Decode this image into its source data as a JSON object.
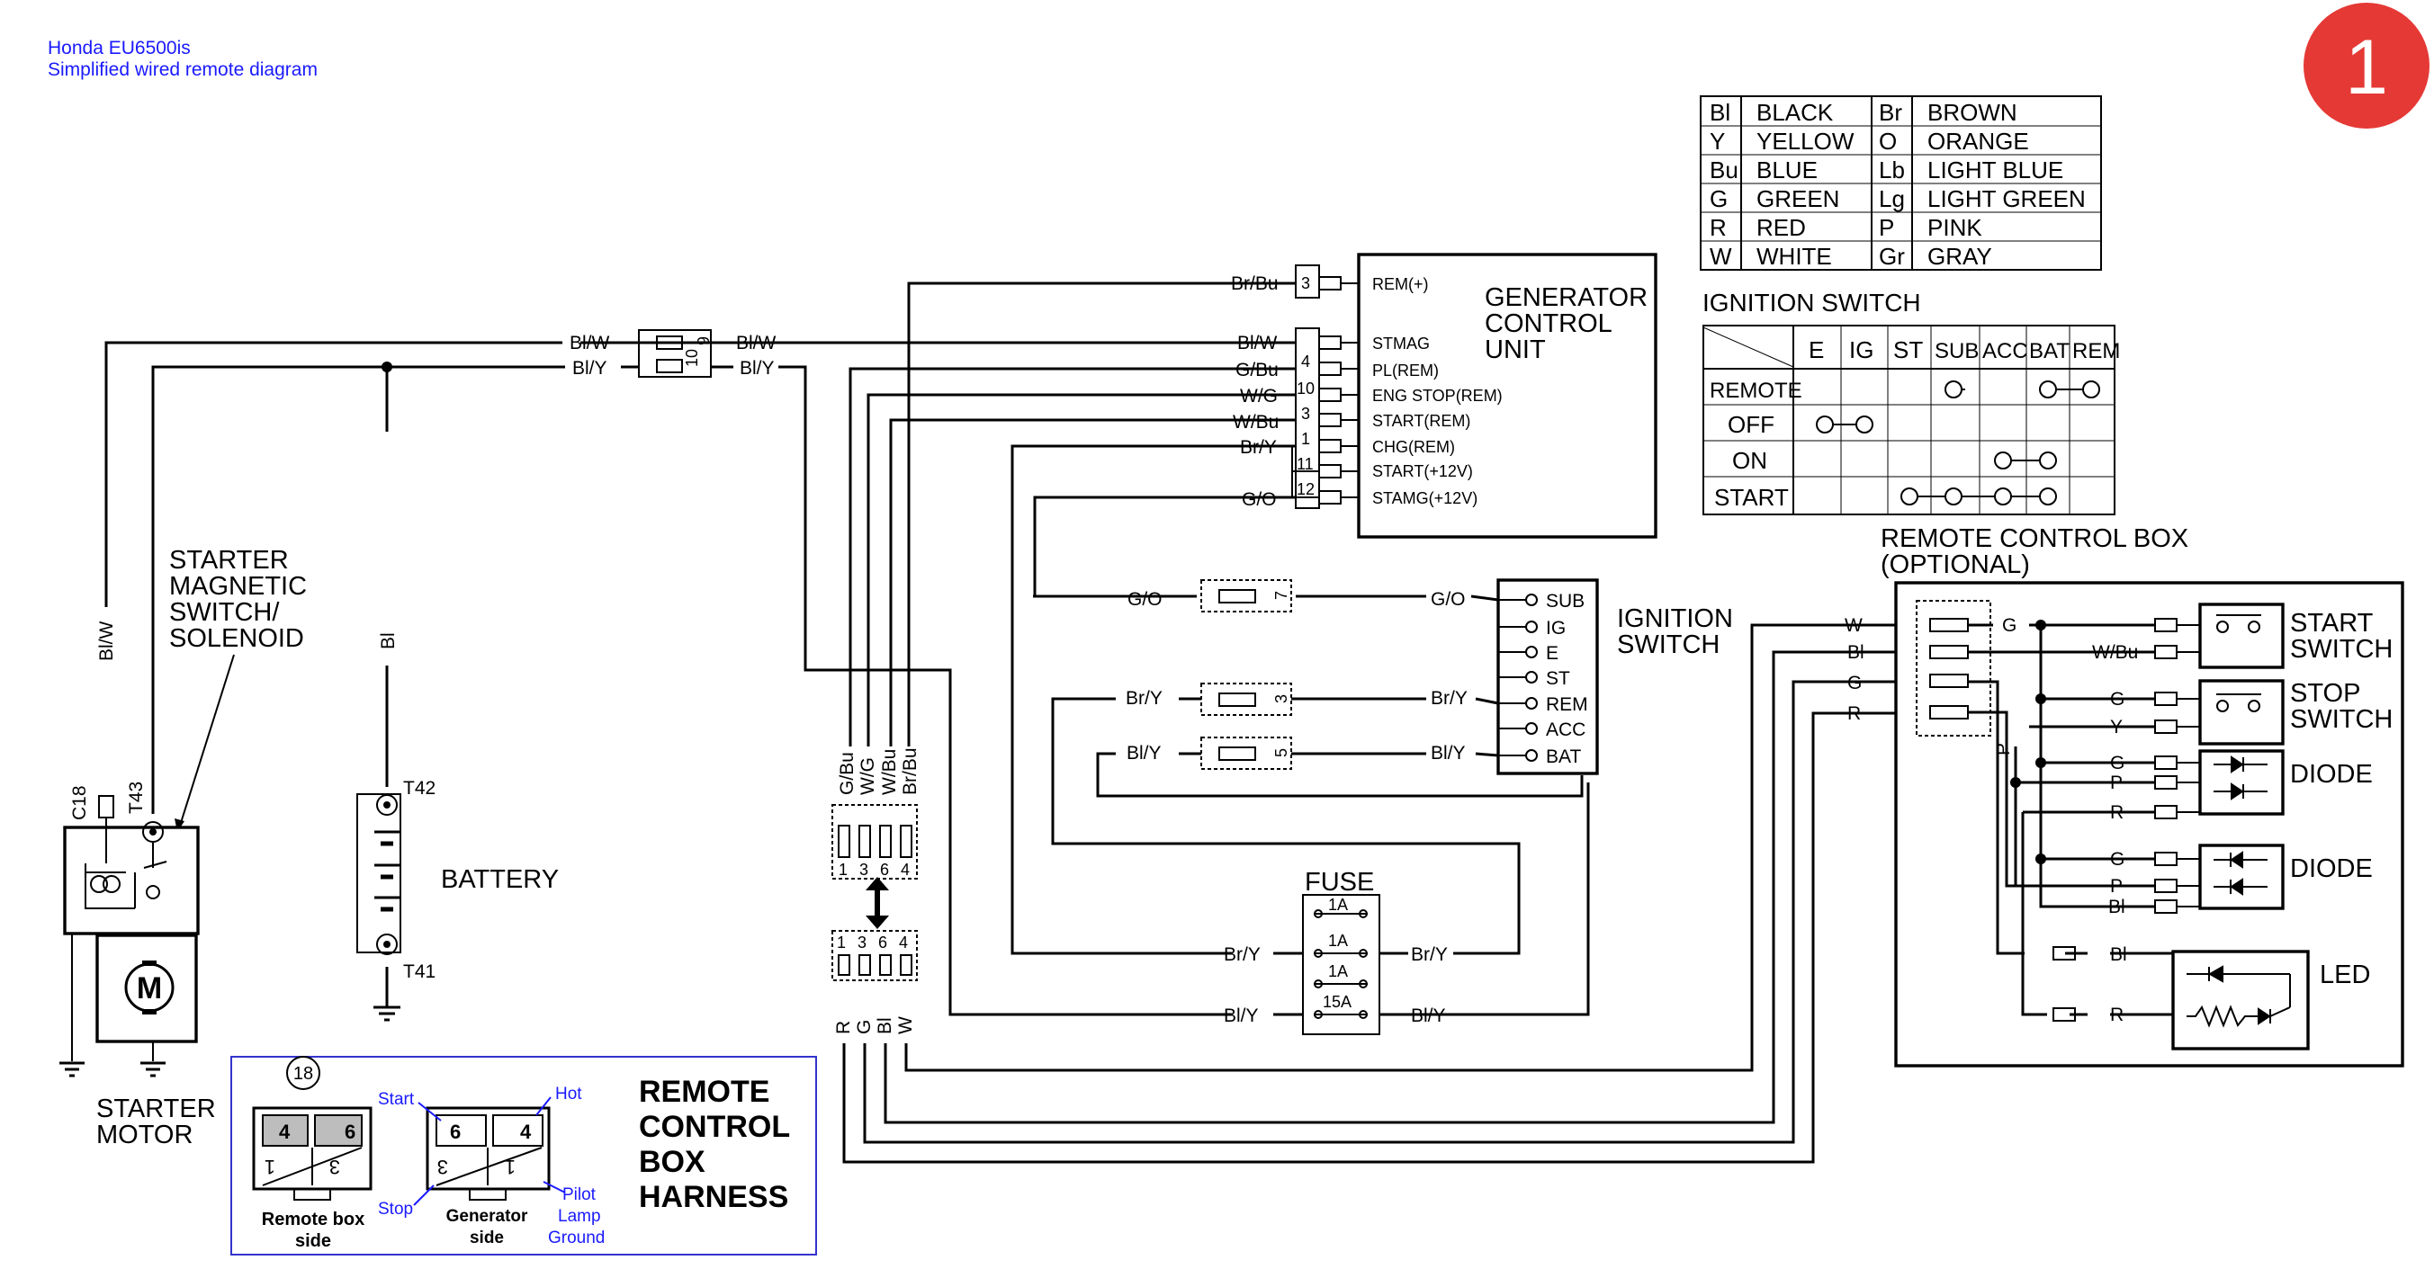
{
  "header": {
    "line1": "Honda EU6500is",
    "line2": "Simplified wired remote diagram"
  },
  "badge": {
    "number": "1",
    "color": "#e53935"
  },
  "color_legend": [
    {
      "code": "Bl",
      "name": "BLACK",
      "code2": "Br",
      "name2": "BROWN"
    },
    {
      "code": "Y",
      "name": "YELLOW",
      "code2": "O",
      "name2": "ORANGE"
    },
    {
      "code": "Bu",
      "name": "BLUE",
      "code2": "Lb",
      "name2": "LIGHT BLUE"
    },
    {
      "code": "G",
      "name": "GREEN",
      "code2": "Lg",
      "name2": "LIGHT GREEN"
    },
    {
      "code": "R",
      "name": "RED",
      "code2": "P",
      "name2": "PINK"
    },
    {
      "code": "W",
      "name": "WHITE",
      "code2": "Gr",
      "name2": "GRAY"
    }
  ],
  "ignition_table": {
    "title": "IGNITION SWITCH",
    "columns": [
      "E",
      "IG",
      "ST",
      "SUB",
      "ACC",
      "BAT",
      "REM"
    ],
    "rows": [
      "REMOTE",
      "OFF",
      "ON",
      "START"
    ]
  },
  "gcu": {
    "title_lines": [
      "GENERATOR",
      "CONTROL",
      "UNIT"
    ],
    "pins": [
      "REM(+)",
      "STMAG",
      "PL(REM)",
      "ENG STOP(REM)",
      "START(REM)",
      "CHG(REM)",
      "START(+12V)",
      "STAMG(+12V)"
    ],
    "pin_numbers": [
      "3",
      "4",
      "10",
      "3",
      "1",
      "11",
      "12"
    ],
    "wires": [
      "Br/Bu",
      "Bl/W",
      "G/Bu",
      "W/G",
      "W/Bu",
      "Br/Y",
      "G/O"
    ]
  },
  "top_connector": {
    "pins": [
      "10",
      "9"
    ],
    "wires_left": [
      "Bl/W",
      "Bl/Y"
    ],
    "wires_right": [
      "Bl/W",
      "Bl/Y"
    ]
  },
  "ignition_switch": {
    "title_lines": [
      "IGNITION",
      "SWITCH"
    ],
    "terminals": [
      "SUB",
      "IG",
      "E",
      "ST",
      "REM",
      "ACC",
      "BAT"
    ],
    "wires": [
      "G/O",
      "G/O",
      "Br/Y",
      "Br/Y",
      "Bl/Y",
      "Bl/Y"
    ],
    "connector_numbers": [
      "7",
      "3",
      "5"
    ]
  },
  "starter": {
    "label_lines": [
      "STARTER",
      "MAGNETIC",
      "SWITCH/",
      "SOLENOID"
    ],
    "motor_lines": [
      "STARTER",
      "MOTOR"
    ],
    "terminals": [
      "C18",
      "T43"
    ],
    "wire": "Bl/W",
    "motor_symbol": "M"
  },
  "battery": {
    "label": "BATTERY",
    "terminals": [
      "T42",
      "T41"
    ],
    "wire": "Bl"
  },
  "fuse": {
    "title": "FUSE",
    "ratings": [
      "1A",
      "1A",
      "1A",
      "15A"
    ],
    "wires_left": [
      "Br/Y",
      "Bl/Y"
    ],
    "wires_right": [
      "Br/Y",
      "Bl/Y"
    ]
  },
  "harness_connector": {
    "upper_wires": [
      "G/Bu",
      "W/G",
      "W/Bu",
      "Br/Bu"
    ],
    "upper_pins": [
      "1",
      "3",
      "6",
      "4"
    ],
    "lower_pins": [
      "1",
      "3",
      "6",
      "4"
    ],
    "lower_wires": [
      "R",
      "G",
      "Bl",
      "W"
    ]
  },
  "remote_box": {
    "title_lines": [
      "REMOTE CONTROL BOX",
      "(OPTIONAL)"
    ],
    "input_wires": [
      "W",
      "Bl",
      "G",
      "R"
    ],
    "internal_wires": [
      "G",
      "W/Bu",
      "G",
      "Y",
      "G",
      "P",
      "R",
      "G",
      "P",
      "Bl",
      "Bl",
      "R",
      "P"
    ],
    "components": [
      {
        "lines": [
          "START",
          "SWITCH"
        ]
      },
      {
        "lines": [
          "STOP",
          "SWITCH"
        ]
      },
      {
        "lines": [
          "DIODE"
        ]
      },
      {
        "lines": [
          "DIODE"
        ]
      },
      {
        "lines": [
          "LED"
        ]
      }
    ]
  },
  "harness_inset": {
    "connector_number": "18",
    "title_lines": [
      "REMOTE",
      "CONTROL",
      "BOX",
      "HARNESS"
    ],
    "remote_side_label": [
      "Remote box",
      "side"
    ],
    "generator_side_label": [
      "Generator",
      "side"
    ],
    "remote_pins": [
      "4",
      "6",
      "1",
      "3"
    ],
    "generator_pins": [
      "6",
      "4",
      "3",
      "1"
    ],
    "callouts": [
      "Start",
      "Hot",
      "Stop",
      "Pilot",
      "Lamp",
      "Ground"
    ]
  }
}
